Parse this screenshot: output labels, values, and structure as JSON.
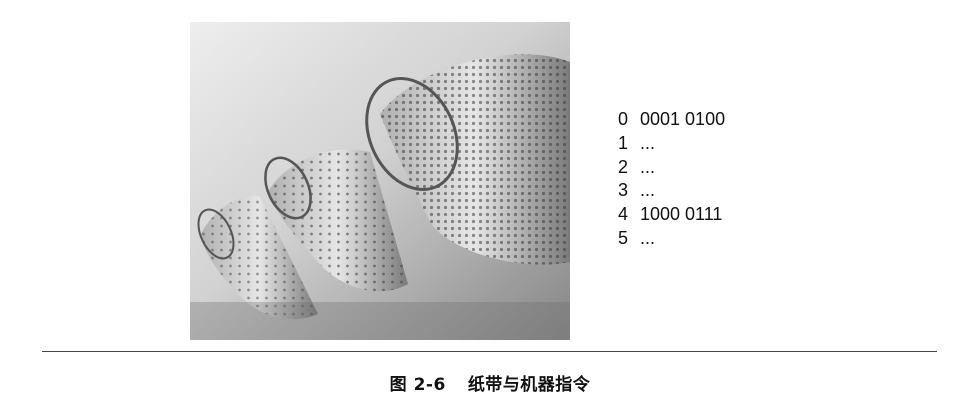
{
  "figure": {
    "image_subject": "punched-paper-tape-photo",
    "instructions": [
      {
        "address": "0",
        "value": "0001 0100"
      },
      {
        "address": "1",
        "value": "..."
      },
      {
        "address": "2",
        "value": "..."
      },
      {
        "address": "3",
        "value": "..."
      },
      {
        "address": "4",
        "value": "1000 0111"
      },
      {
        "address": "5",
        "value": "..."
      }
    ],
    "caption_number": "图 2-6",
    "caption_text": "纸带与机器指令"
  }
}
